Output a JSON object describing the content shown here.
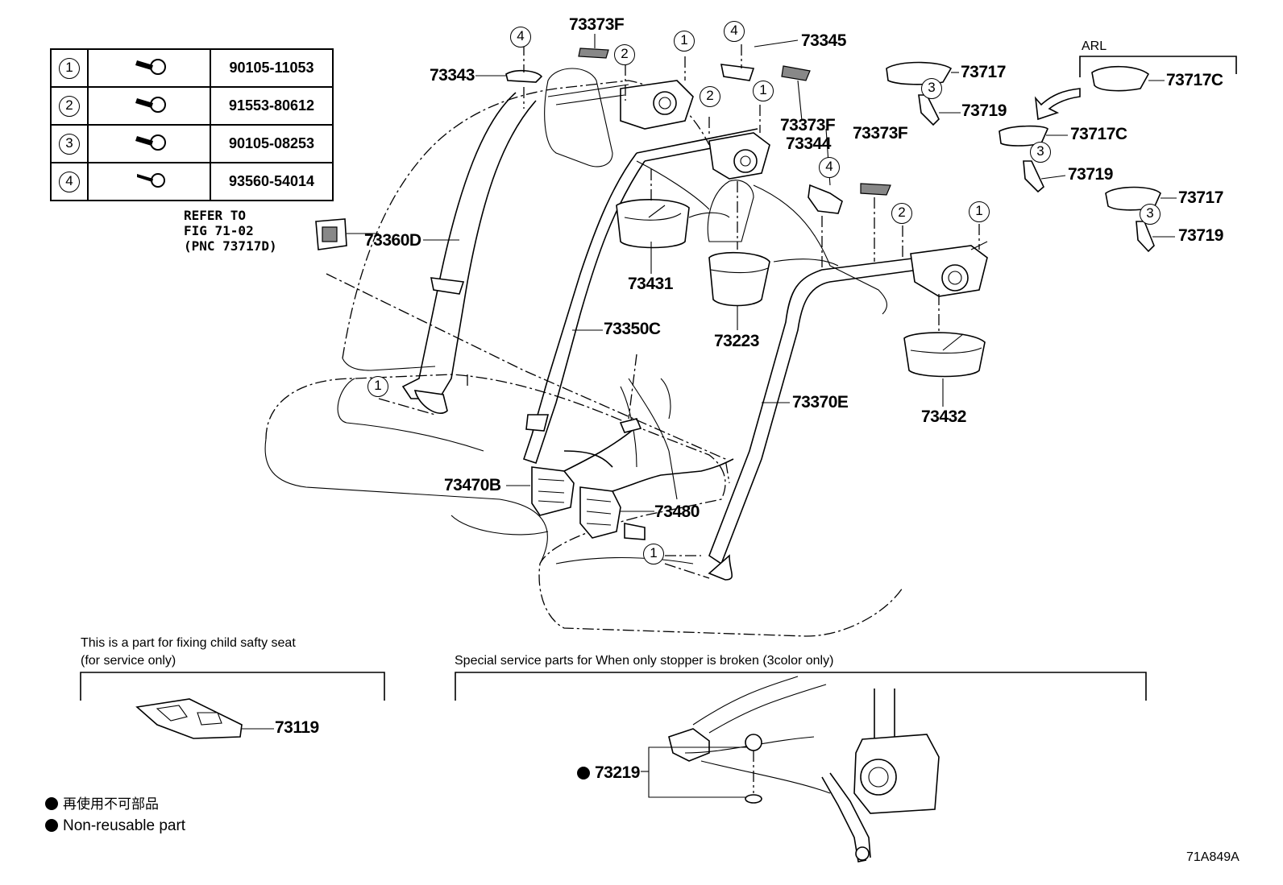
{
  "fastener_table": [
    {
      "ref": "1",
      "part_number": "90105-11053",
      "icon": "flange-bolt-icon"
    },
    {
      "ref": "2",
      "part_number": "91553-80612",
      "icon": "flange-bolt-icon"
    },
    {
      "ref": "3",
      "part_number": "90105-08253",
      "icon": "flange-bolt-icon"
    },
    {
      "ref": "4",
      "part_number": "93560-54014",
      "icon": "tapping-screw-icon"
    }
  ],
  "refer_note": [
    "REFER TO",
    "FIG 71-02",
    "(PNC 73717D)"
  ],
  "part_labels": {
    "p73343": "73343",
    "p73373F_a": "73373F",
    "p73345": "73345",
    "p73373F_b": "73373F",
    "p73344": "73344",
    "p73373F_c": "73373F",
    "p73717_a": "73717",
    "p73719_a": "73719",
    "p73717C_a": "73717C",
    "p73717C_b": "73717C",
    "p73719_b": "73719",
    "p73717_b": "73717",
    "p73719_c": "73719",
    "p73360D": "73360D",
    "p73431": "73431",
    "p73223": "73223",
    "p73350C": "73350C",
    "p73432": "73432",
    "p73370E": "73370E",
    "p73470B": "73470B",
    "p73480": "73480",
    "p73119": "73119",
    "p73219": "73219"
  },
  "callout_numbers": {
    "one": "1",
    "two": "2",
    "three": "3",
    "four": "4"
  },
  "arl_label": "ARL",
  "child_seat_note": [
    "This is a part for fixing child safty seat",
    "(for service only)"
  ],
  "special_service_note": "Special service parts for When only stopper is broken (3color only)",
  "legend": [
    {
      "symbol": "filled-dot",
      "text": "再使用不可部品"
    },
    {
      "symbol": "filled-dot",
      "text": "Non-reusable part"
    }
  ],
  "figure_code": "71A849A"
}
